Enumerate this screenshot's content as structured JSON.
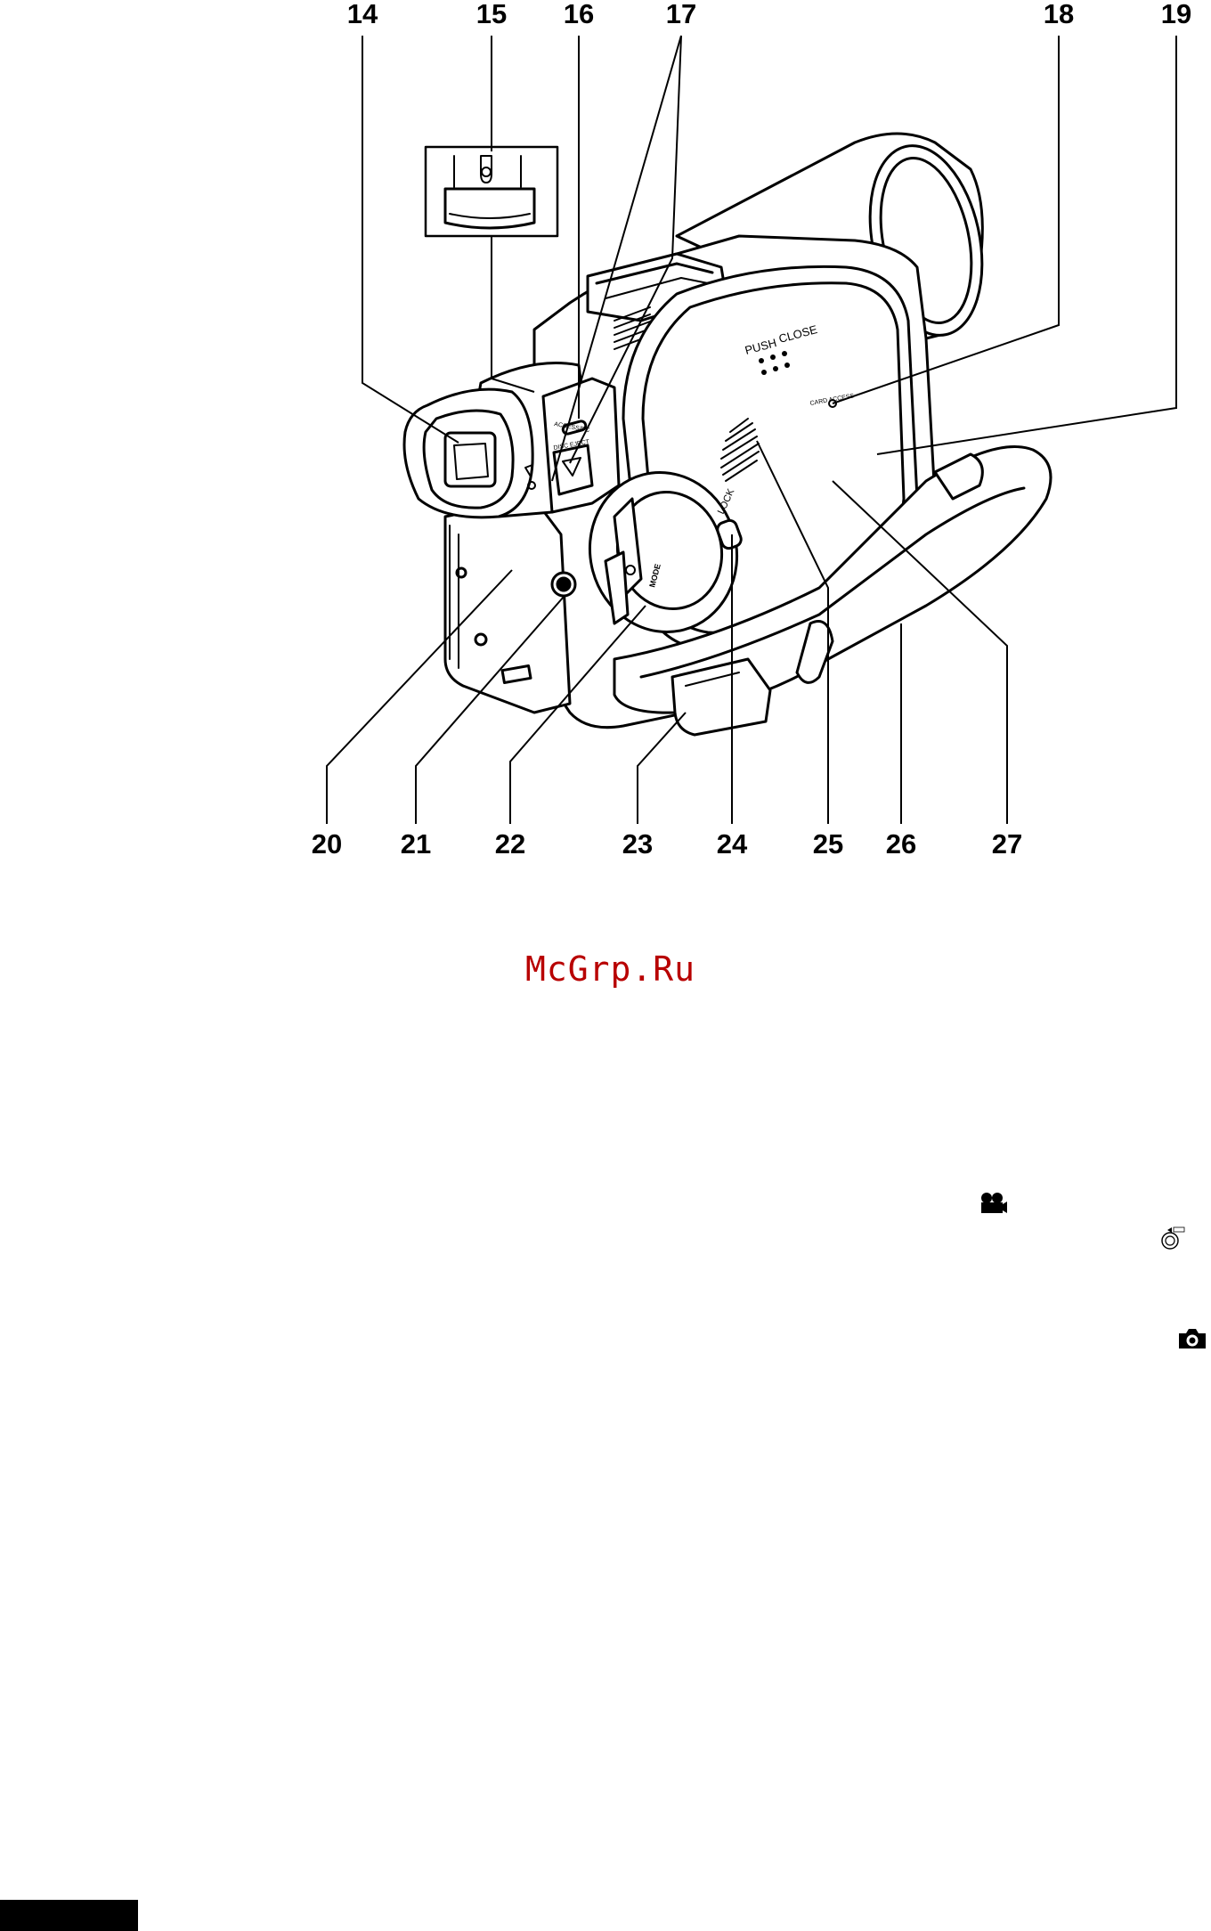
{
  "figure": {
    "callouts_top": [
      "14",
      "15",
      "16",
      "17",
      "18",
      "19"
    ],
    "callouts_bottom": [
      "20",
      "21",
      "22",
      "23",
      "24",
      "25",
      "26",
      "27"
    ],
    "device_labels": {
      "push": "PUSH",
      "close": "CLOSE",
      "lock": "LOCK",
      "mode": "MODE",
      "access_pc": "ACCESS/PC",
      "disc_eject": "DISC EJECT",
      "card_access": "CARD ACCESS"
    }
  },
  "watermark": "McGrp.Ru",
  "icons": {
    "video": "video-camera-icon",
    "lock": "lock-switch-icon",
    "photo": "photo-camera-icon"
  }
}
